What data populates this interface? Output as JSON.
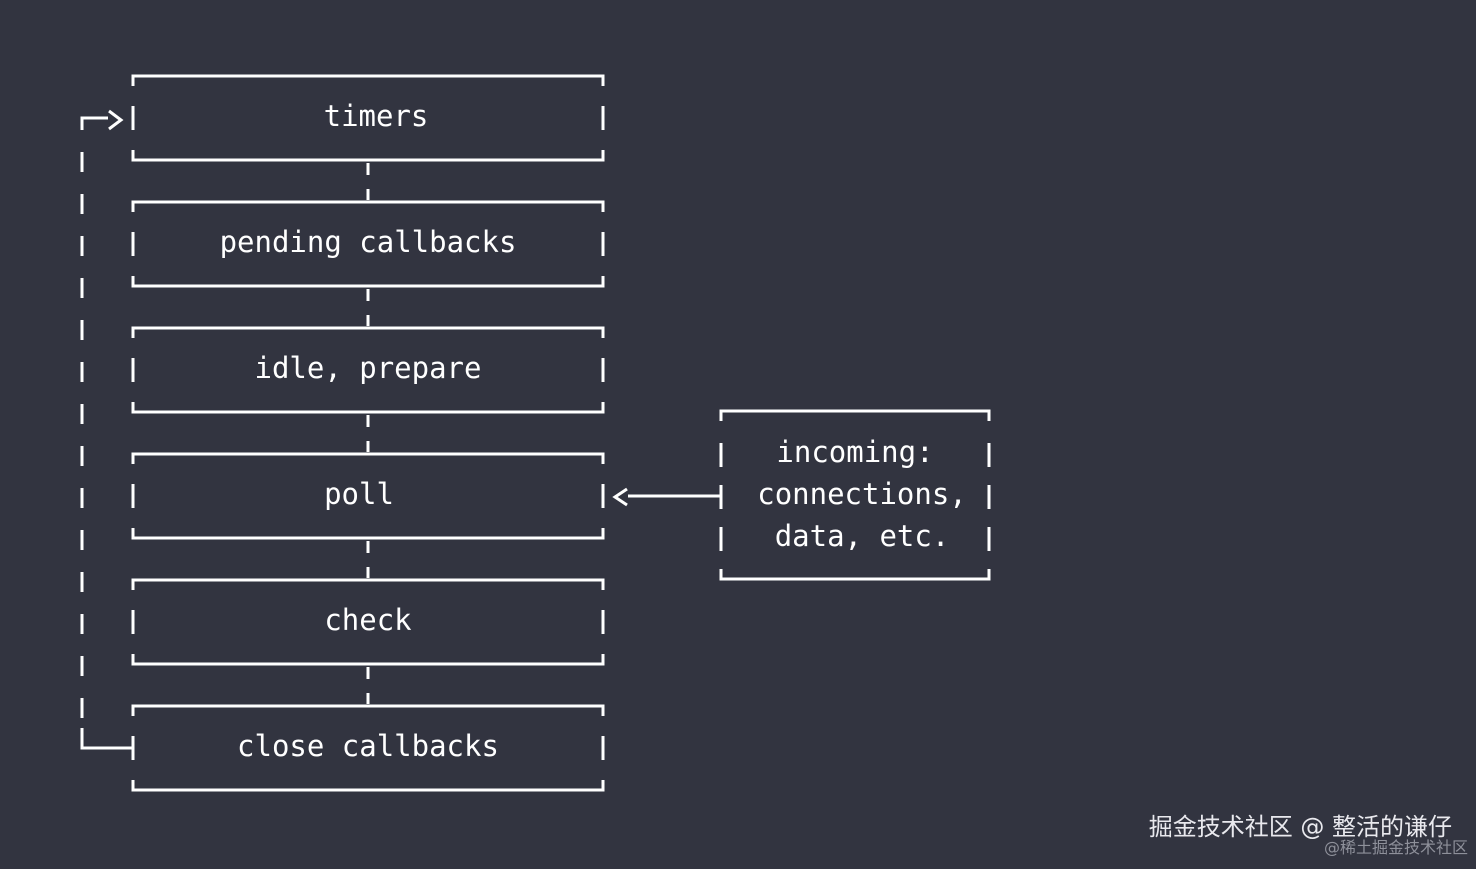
{
  "diagram": {
    "phases": [
      {
        "label": "timers"
      },
      {
        "label": "pending callbacks"
      },
      {
        "label": "idle, prepare"
      },
      {
        "label": "poll"
      },
      {
        "label": "check"
      },
      {
        "label": "close callbacks"
      }
    ],
    "incoming": {
      "lines": [
        "incoming:",
        "connections,",
        "data, etc."
      ]
    }
  },
  "watermark": {
    "main": "掘金技术社区 @ 整活的谦仔",
    "sub": "@稀土掘金技术社区"
  },
  "colors": {
    "background": "#323440",
    "stroke": "#ffffff",
    "text": "#ffffff"
  }
}
